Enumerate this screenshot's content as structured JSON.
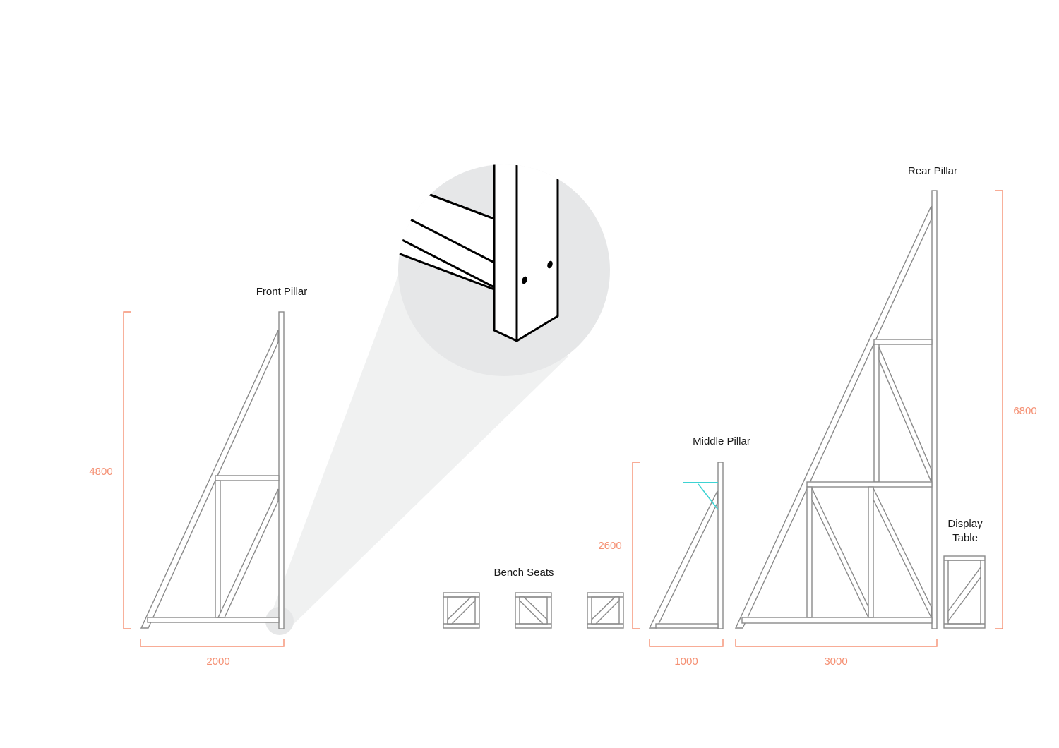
{
  "colors": {
    "dimension": "#f59073",
    "frame": "#8a8a8a",
    "highlight": "#3dd3d3",
    "zoom_circle": "#e6e7e8",
    "zoom_cone": "#f0f1f1",
    "text": "#1a1a1a"
  },
  "labels": {
    "front_pillar": "Front Pillar",
    "middle_pillar": "Middle Pillar",
    "rear_pillar": "Rear Pillar",
    "bench_seats": "Bench Seats",
    "display_table_line1": "Display",
    "display_table_line2": "Table"
  },
  "dimensions": {
    "front_height": "4800",
    "front_width": "2000",
    "middle_height": "2600",
    "middle_width": "1000",
    "rear_height": "6800",
    "rear_width": "3000"
  }
}
